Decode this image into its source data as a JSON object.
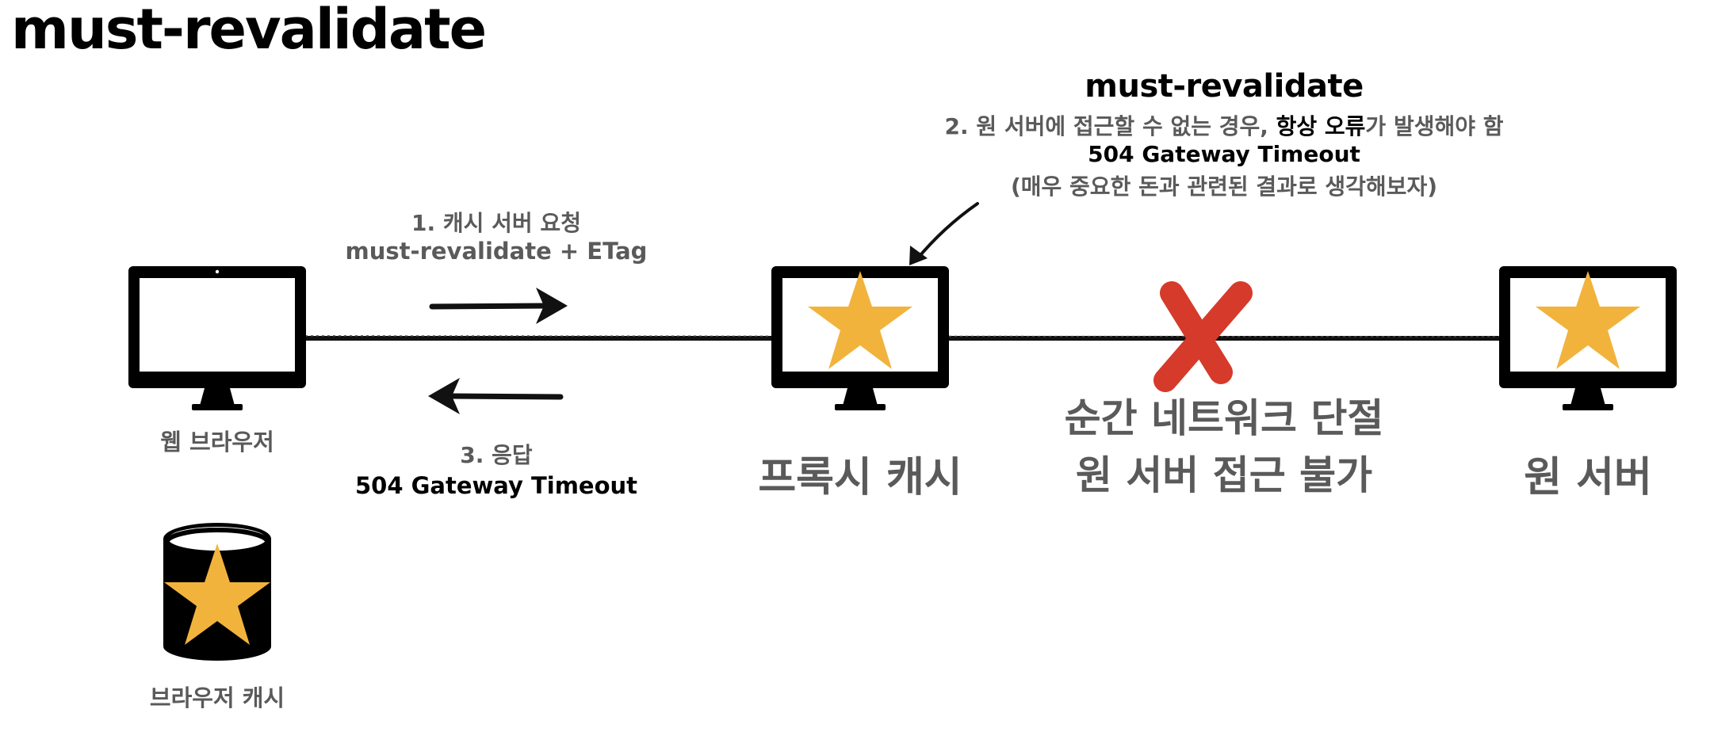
{
  "slide": {
    "title": "must-revalidate"
  },
  "diagram": {
    "web_browser_label": "웹 브라우저",
    "browser_cache_label": "브라우저 캐시",
    "proxy_cache_label": "프록시 캐시",
    "origin_server_label": "원 서버",
    "request_line1": "1. 캐시 서버 요청",
    "request_line2": "must-revalidate + ETag",
    "response_line1": "3. 응답",
    "response_line2": "504 Gateway Timeout",
    "network_line1": "순간 네트워크 단절",
    "network_line2": "원 서버 접근 불가",
    "callout": {
      "title": "must-revalidate",
      "line1_prefix": "2. 원 서버에 접근할 수 없는 경우, ",
      "line1_emphasis": "항상 오류",
      "line1_suffix": "가 발생해야 함",
      "line2": "504 Gateway Timeout",
      "line3": "(매우 중요한 돈과 관련된 결과로 생각해보자)"
    }
  },
  "colors": {
    "text_dark": "#000000",
    "text_gray": "#5a5a5a",
    "star": "#f2b33d",
    "x_mark": "#d63a2a"
  }
}
